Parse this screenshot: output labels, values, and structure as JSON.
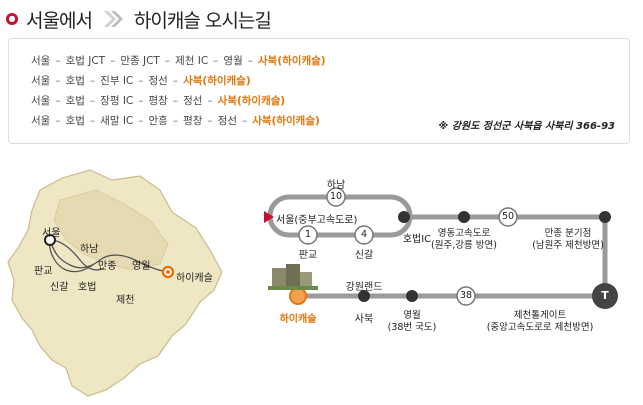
{
  "header": {
    "origin": "서울에서",
    "destination": "하이캐슬 오시는길"
  },
  "routes": [
    [
      "서울",
      "호법 JCT",
      "만종 JCT",
      "제천 IC",
      "영월",
      "사북(하이캐슬)"
    ],
    [
      "서울",
      "호법",
      "진부 IC",
      "정선",
      "사북(하이캐슬)"
    ],
    [
      "서울",
      "호법",
      "장평 IC",
      "평창",
      "정선",
      "사북(하이캐슬)"
    ],
    [
      "서울",
      "호법",
      "새말 IC",
      "안흥",
      "평창",
      "정선",
      "사북(하이캐슬)"
    ]
  ],
  "route_separator": "–",
  "address": "※ 강원도 정선군 사북읍 사북리 366-93",
  "map": {
    "labels": {
      "seoul": "서울",
      "hanam": "하남",
      "pangyo": "판교",
      "singal": "신갈",
      "hobeop": "호법",
      "manjong": "만종",
      "yeongwol": "영월",
      "jecheon": "제천",
      "highcastle": "하이캐슬"
    }
  },
  "diagram": {
    "hanam": "하남",
    "road10": "10",
    "seoul_start": "서울(중부고속도로)",
    "road1": "1",
    "road4": "4",
    "pangyo": "판교",
    "singal": "신갈",
    "hobeop_ic": "호법IC",
    "yeongdong": "영동고속도로",
    "yeongdong_dir": "(원주,강릉 방면)",
    "road50": "50",
    "manjong_branch": "만종 분기점",
    "manjong_dir": "(남원주 제천방면)",
    "t_marker": "T",
    "highcastle": "하이캐슬",
    "gangwonland": "강원랜드",
    "sabuk": "사북",
    "yeongwol": "영월",
    "yeongwol_road": "(38번 국도)",
    "road38": "38",
    "jecheon_toll": "제천톨게이트",
    "jecheon_dir": "(중앙고속도로로 제천방면)"
  },
  "colors": {
    "accent": "#e0780f",
    "brand_red": "#c8102e",
    "map_fill": "#efe6c4",
    "map_stroke": "#c9bc8c",
    "node": "#333333"
  }
}
